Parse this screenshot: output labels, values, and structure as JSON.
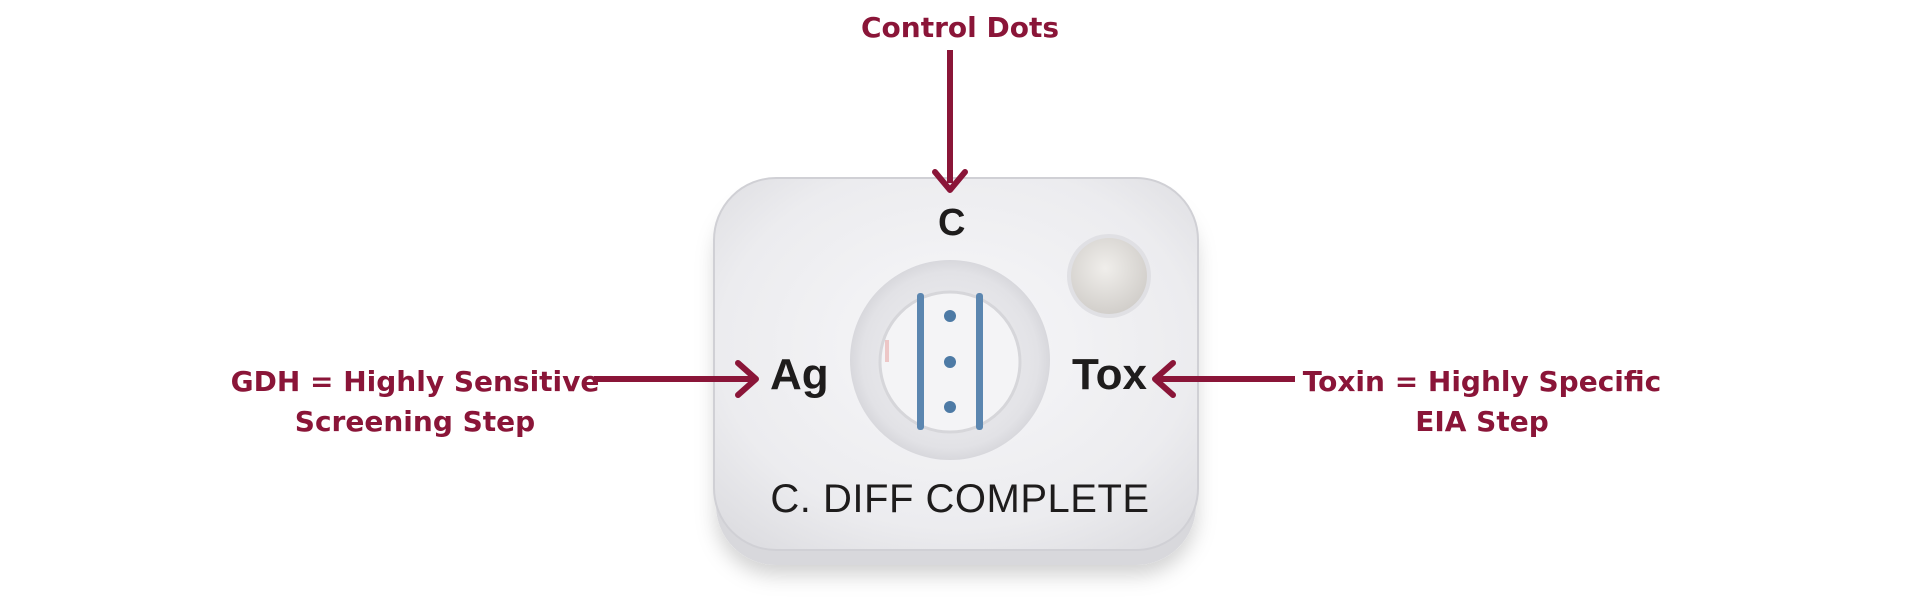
{
  "annotations": {
    "top": "Control Dots",
    "left_line1": "GDH = Highly Sensitive",
    "left_line2": "Screening Step",
    "right_line1": "Toxin = Highly Specific",
    "right_line2": "EIA Step"
  },
  "device": {
    "control_letter": "C",
    "antigen_label": "Ag",
    "toxin_label": "Tox",
    "title": "C. DIFF COMPLETE"
  },
  "colors": {
    "annotation": "#8a1538",
    "device_body": "#eeeef0",
    "strip_line": "#5b86b0",
    "dot": "#4d7aa5"
  }
}
